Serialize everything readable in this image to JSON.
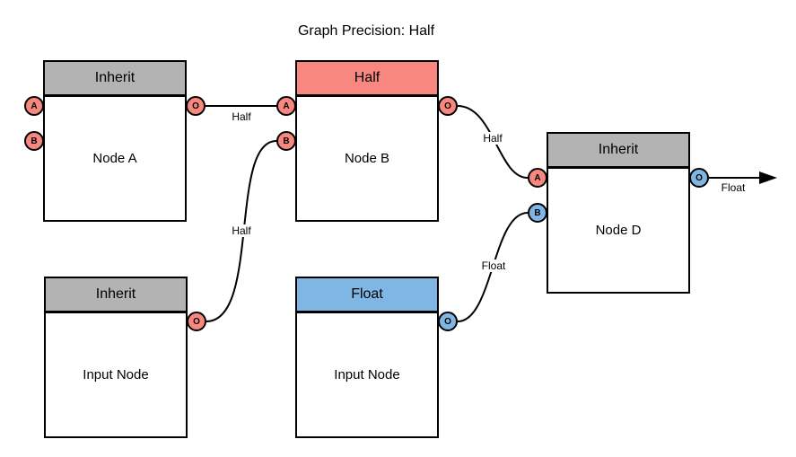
{
  "title": "Graph Precision: Half",
  "colors": {
    "node_background": "#FFFFFF",
    "node_border": "#000000",
    "edge_color": "#000000",
    "inherit_header_gray": "#B3B3B3",
    "half_salmon": "#F8877F",
    "float_blue": "#7FB6E3"
  },
  "nodes": {
    "node_a": {
      "header": "Inherit",
      "header_color": "#B3B3B3",
      "label": "Node A",
      "ports": {
        "a": "A",
        "b": "B",
        "o": "O"
      }
    },
    "node_b": {
      "header": "Half",
      "header_color": "#F8877F",
      "label": "Node B",
      "ports": {
        "a": "A",
        "b": "B",
        "o": "O"
      }
    },
    "node_d": {
      "header": "Inherit",
      "header_color": "#B3B3B3",
      "label": "Node D",
      "ports": {
        "a": "A",
        "b": "B",
        "o": "O"
      }
    },
    "input_left": {
      "header": "Inherit",
      "header_color": "#B3B3B3",
      "label": "Input Node",
      "ports": {
        "o": "O"
      }
    },
    "input_float": {
      "header": "Float",
      "header_color": "#7FB6E3",
      "label": "Input Node",
      "ports": {
        "o": "O"
      }
    }
  },
  "edges": {
    "node_a_to_node_b": {
      "label": "Half"
    },
    "input_left_to_node_b": {
      "label": "Half"
    },
    "node_b_to_node_d": {
      "label": "Half"
    },
    "input_float_to_node_d": {
      "label": "Float"
    },
    "node_d_output": {
      "label": "Float"
    }
  }
}
